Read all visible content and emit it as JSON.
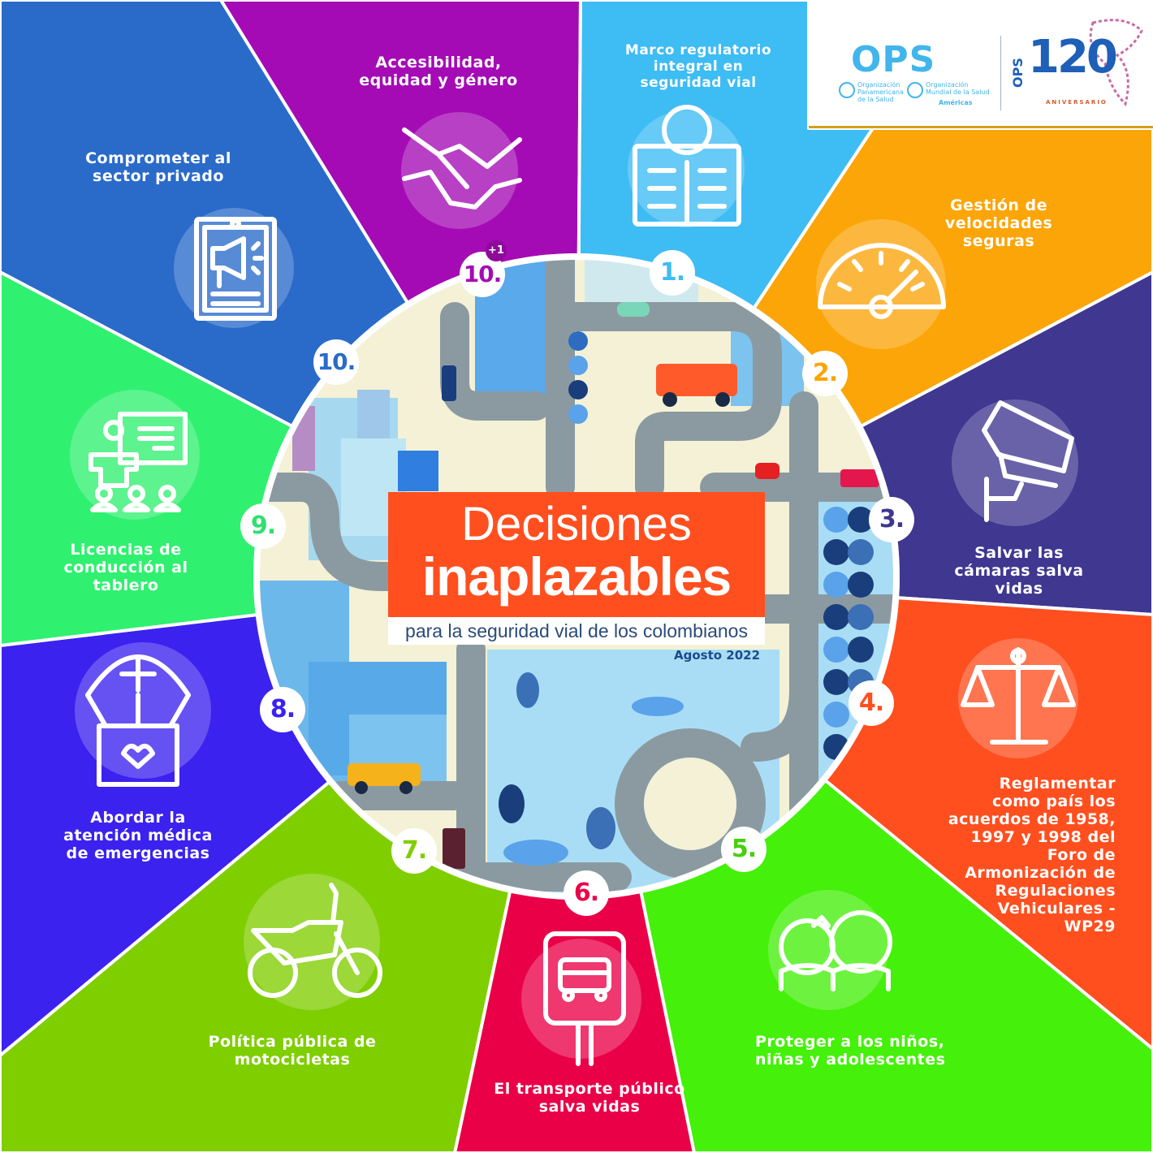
{
  "header": {
    "ops_logo_text": "OPS",
    "org_paho": "Organización\nPanamericana\nde la Salud",
    "org_who": "Organización\nMundial de la Salud",
    "org_who_region": "Américas",
    "anniversary_number": "120",
    "anniversary_prefix": "OPS",
    "anniversary_label": "ANIVERSARIO"
  },
  "title": {
    "line1": "Decisiones",
    "line2": "inaplazables",
    "subtitle": "para la seguridad vial de los colombianos",
    "date": "Agosto 2022"
  },
  "colors": {
    "blue": "#2a6bc9",
    "purple": "#a40bb5",
    "light_blue": "#3ebcf4",
    "orange": "#fca508",
    "dark_purple": "#3f3790",
    "orange_red": "#ff4f1f",
    "bright_green": "#45f00a",
    "pink_red": "#ea0047",
    "lime_green": "#7fce00",
    "violet": "#3b22ef",
    "mint_green": "#30f070"
  },
  "items": [
    {
      "number": "1.",
      "label": "Marco regulatorio\nintegral en\nseguridad vial",
      "icon": "book-lightbulb-icon",
      "color": "#3ebcf4"
    },
    {
      "number": "2.",
      "label": "Gestión de\nvelocidades\nseguras",
      "icon": "speedometer-icon",
      "color": "#fca508"
    },
    {
      "number": "3.",
      "label": "Salvar las\ncámaras salva\nvidas",
      "icon": "security-camera-icon",
      "color": "#3f3790"
    },
    {
      "number": "4.",
      "label": "Reglamentar\ncomo país los\nacuerdos de 1958,\n1997 y 1998 del\nForo de\nArmonización de\nRegulaciones\nVehiculares -\nWP29",
      "icon": "scales-icon",
      "color": "#ff4f1f"
    },
    {
      "number": "5.",
      "label": "Proteger a los niños,\nniñas y adolescentes",
      "icon": "children-icon",
      "color": "#45f00a"
    },
    {
      "number": "6.",
      "label": "El transporte público\nsalva vidas",
      "icon": "bus-stop-icon",
      "color": "#ea0047"
    },
    {
      "number": "7.",
      "label": "Política pública de\nmotocicletas",
      "icon": "motorcycle-icon",
      "color": "#7fce00"
    },
    {
      "number": "8.",
      "label": "Abordar la\natención médica\nde emergencias",
      "icon": "medical-parachute-icon",
      "color": "#3b22ef"
    },
    {
      "number": "9.",
      "label": "Licencias de\nconducción al\ntablero",
      "icon": "classroom-icon",
      "color": "#30f070"
    },
    {
      "number": "10.",
      "label": "Comprometer al\nsector privado",
      "icon": "megaphone-board-icon",
      "color": "#2a6bc9"
    },
    {
      "number": "10.",
      "plus": "+1",
      "label": "Accesibilidad,\nequidad y género",
      "icon": "handshake-icon",
      "color": "#a40bb5"
    }
  ]
}
